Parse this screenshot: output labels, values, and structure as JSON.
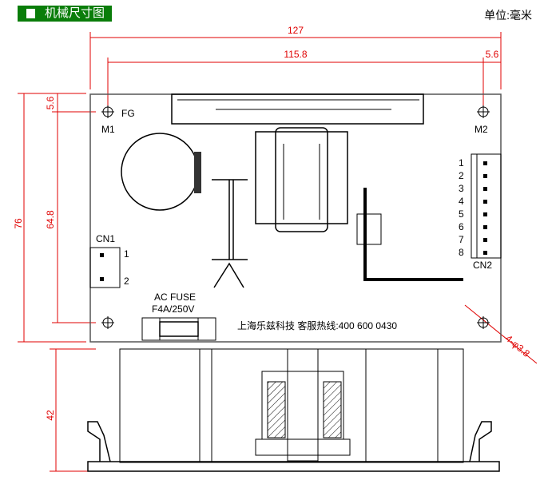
{
  "header": {
    "title": "机械尺寸图",
    "unit": "单位:毫米"
  },
  "dimensions": {
    "width": "127",
    "hole_spacing": "115.8",
    "hole_offset_x": "5.6",
    "hole_offset_y": "5.6",
    "height": "76",
    "hole_spacing_y": "64.8",
    "depth": "42",
    "hole_spec": "4-φ3.8"
  },
  "labels": {
    "fg": "FG",
    "m1": "M1",
    "m2": "M2",
    "cn1": "CN1",
    "cn2": "CN2",
    "fuse_line1": "AC FUSE",
    "fuse_line2": "F4A/250V",
    "company": "上海乐兹科技 客服热线:400 600 0430"
  },
  "cn1_pins": [
    "1",
    "2"
  ],
  "cn2_pins": [
    "1",
    "2",
    "3",
    "4",
    "5",
    "6",
    "7",
    "8"
  ],
  "colors": {
    "header_bg": "#0a7d0a",
    "dimension": "#e00000"
  }
}
